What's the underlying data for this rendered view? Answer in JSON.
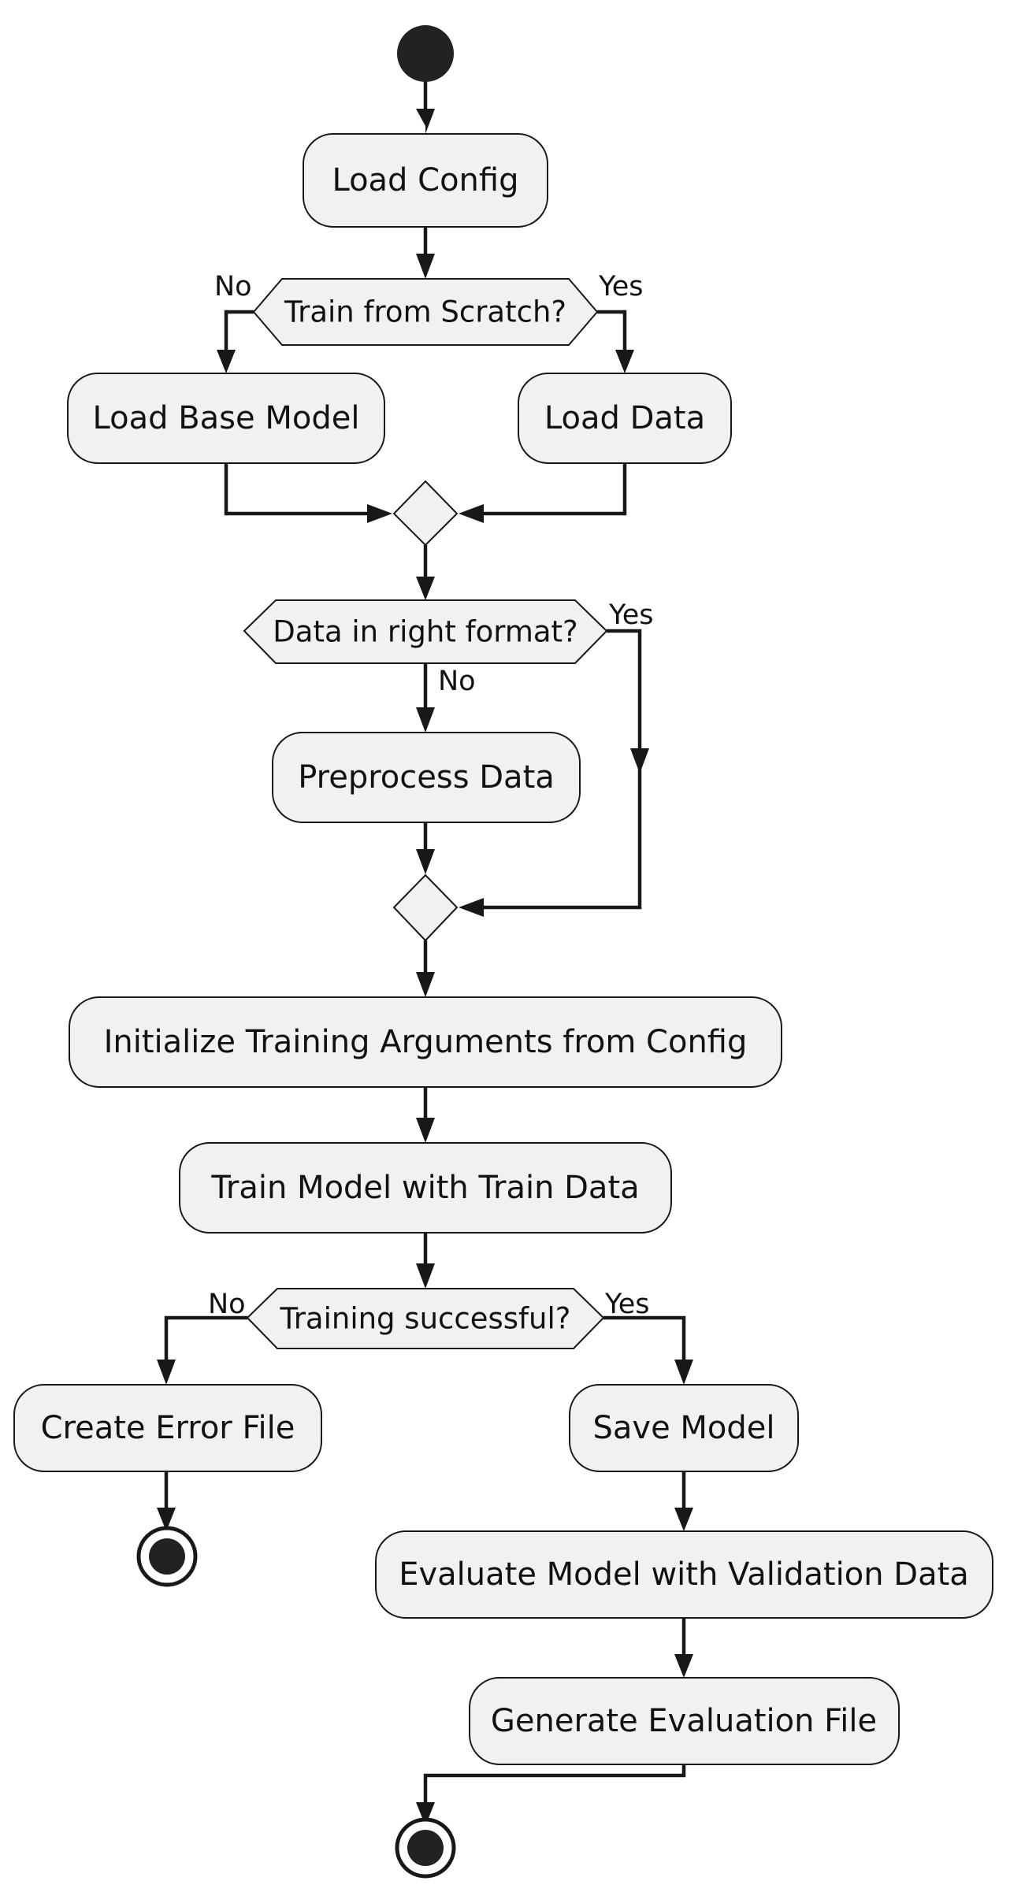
{
  "actions": {
    "load_config": "Load Config",
    "load_base_model": "Load Base Model",
    "load_data": "Load Data",
    "preprocess_data": "Preprocess Data",
    "init_training_args": "Initialize Training Arguments from Config",
    "train_model": "Train Model with Train Data",
    "create_error_file": "Create Error File",
    "save_model": "Save Model",
    "evaluate_model": "Evaluate Model with Validation Data",
    "generate_eval_file": "Generate Evaluation File"
  },
  "decisions": {
    "train_from_scratch": {
      "text": "Train from Scratch?",
      "no": "No",
      "yes": "Yes"
    },
    "data_format": {
      "text": "Data in right format?",
      "no": "No",
      "yes": "Yes"
    },
    "training_successful": {
      "text": "Training successful?",
      "no": "No",
      "yes": "Yes"
    }
  },
  "colors": {
    "node_fill": "#f1f1f1",
    "stroke": "#181818",
    "text": "#111111",
    "background": "#ffffff"
  }
}
